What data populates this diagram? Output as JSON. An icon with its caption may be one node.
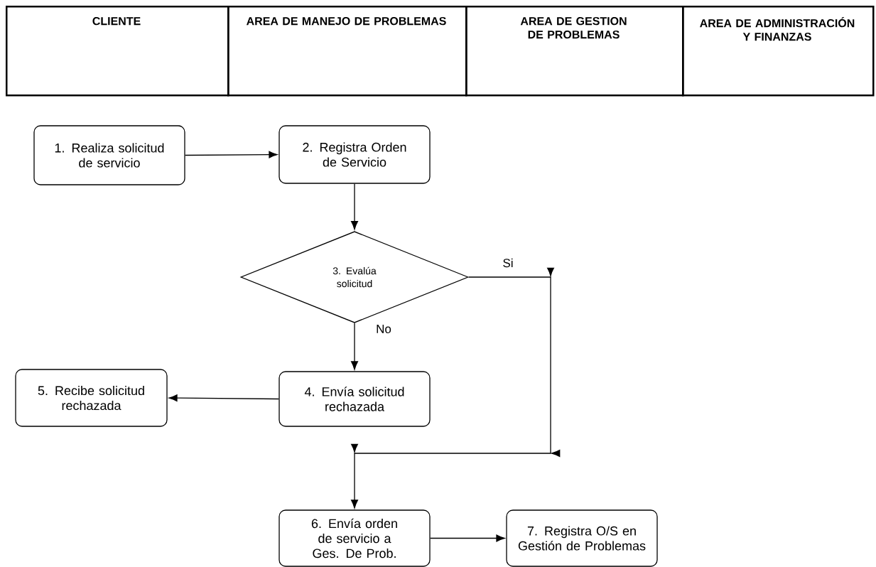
{
  "diagram": {
    "nodes": [
      {
        "text": [
          "CLIENTE"
        ]
      },
      {
        "text": [
          "AREA DE MANEJO DE PROBLEMAS"
        ]
      },
      {
        "text": [
          "AREA DE GESTION DE PROBLEMAS"
        ]
      },
      {
        "text": [
          "AREA DE ADMINISTRACIÓN Y FINANZAS"
        ]
      },
      {
        "text": [
          "1. Realiza solicitud de servicio"
        ]
      },
      {
        "text": [
          "2. Registra Orden de Servicio"
        ]
      },
      {
        "text": [
          "3. Evalúa solicitud"
        ]
      },
      {
        "text": [
          "4. Envía solicitud rechazada"
        ]
      },
      {
        "text": [
          "5. Recibe solicitud rechazada"
        ]
      },
      {
        "text": [
          "6. Envía orden de servicio a Ges. De Prob."
        ]
      },
      {
        "text": [
          "7. Registra O/S en Gestión de Problemas"
        ]
      }
    ],
    "edges": [
      {
        "from": 4,
        "to": 5,
        "arrow": "to"
      },
      {
        "from": 5,
        "to": 6,
        "arrow": "to"
      },
      {
        "from": 6,
        "to": 7,
        "label": "No",
        "arrow": "to"
      },
      {
        "from": 7,
        "to": 8,
        "arrow": "to"
      },
      {
        "from": 6,
        "to": 9,
        "label": "Si",
        "arrow": "to"
      },
      {
        "from": 9,
        "to": 10,
        "arrow": "to"
      }
    ]
  }
}
